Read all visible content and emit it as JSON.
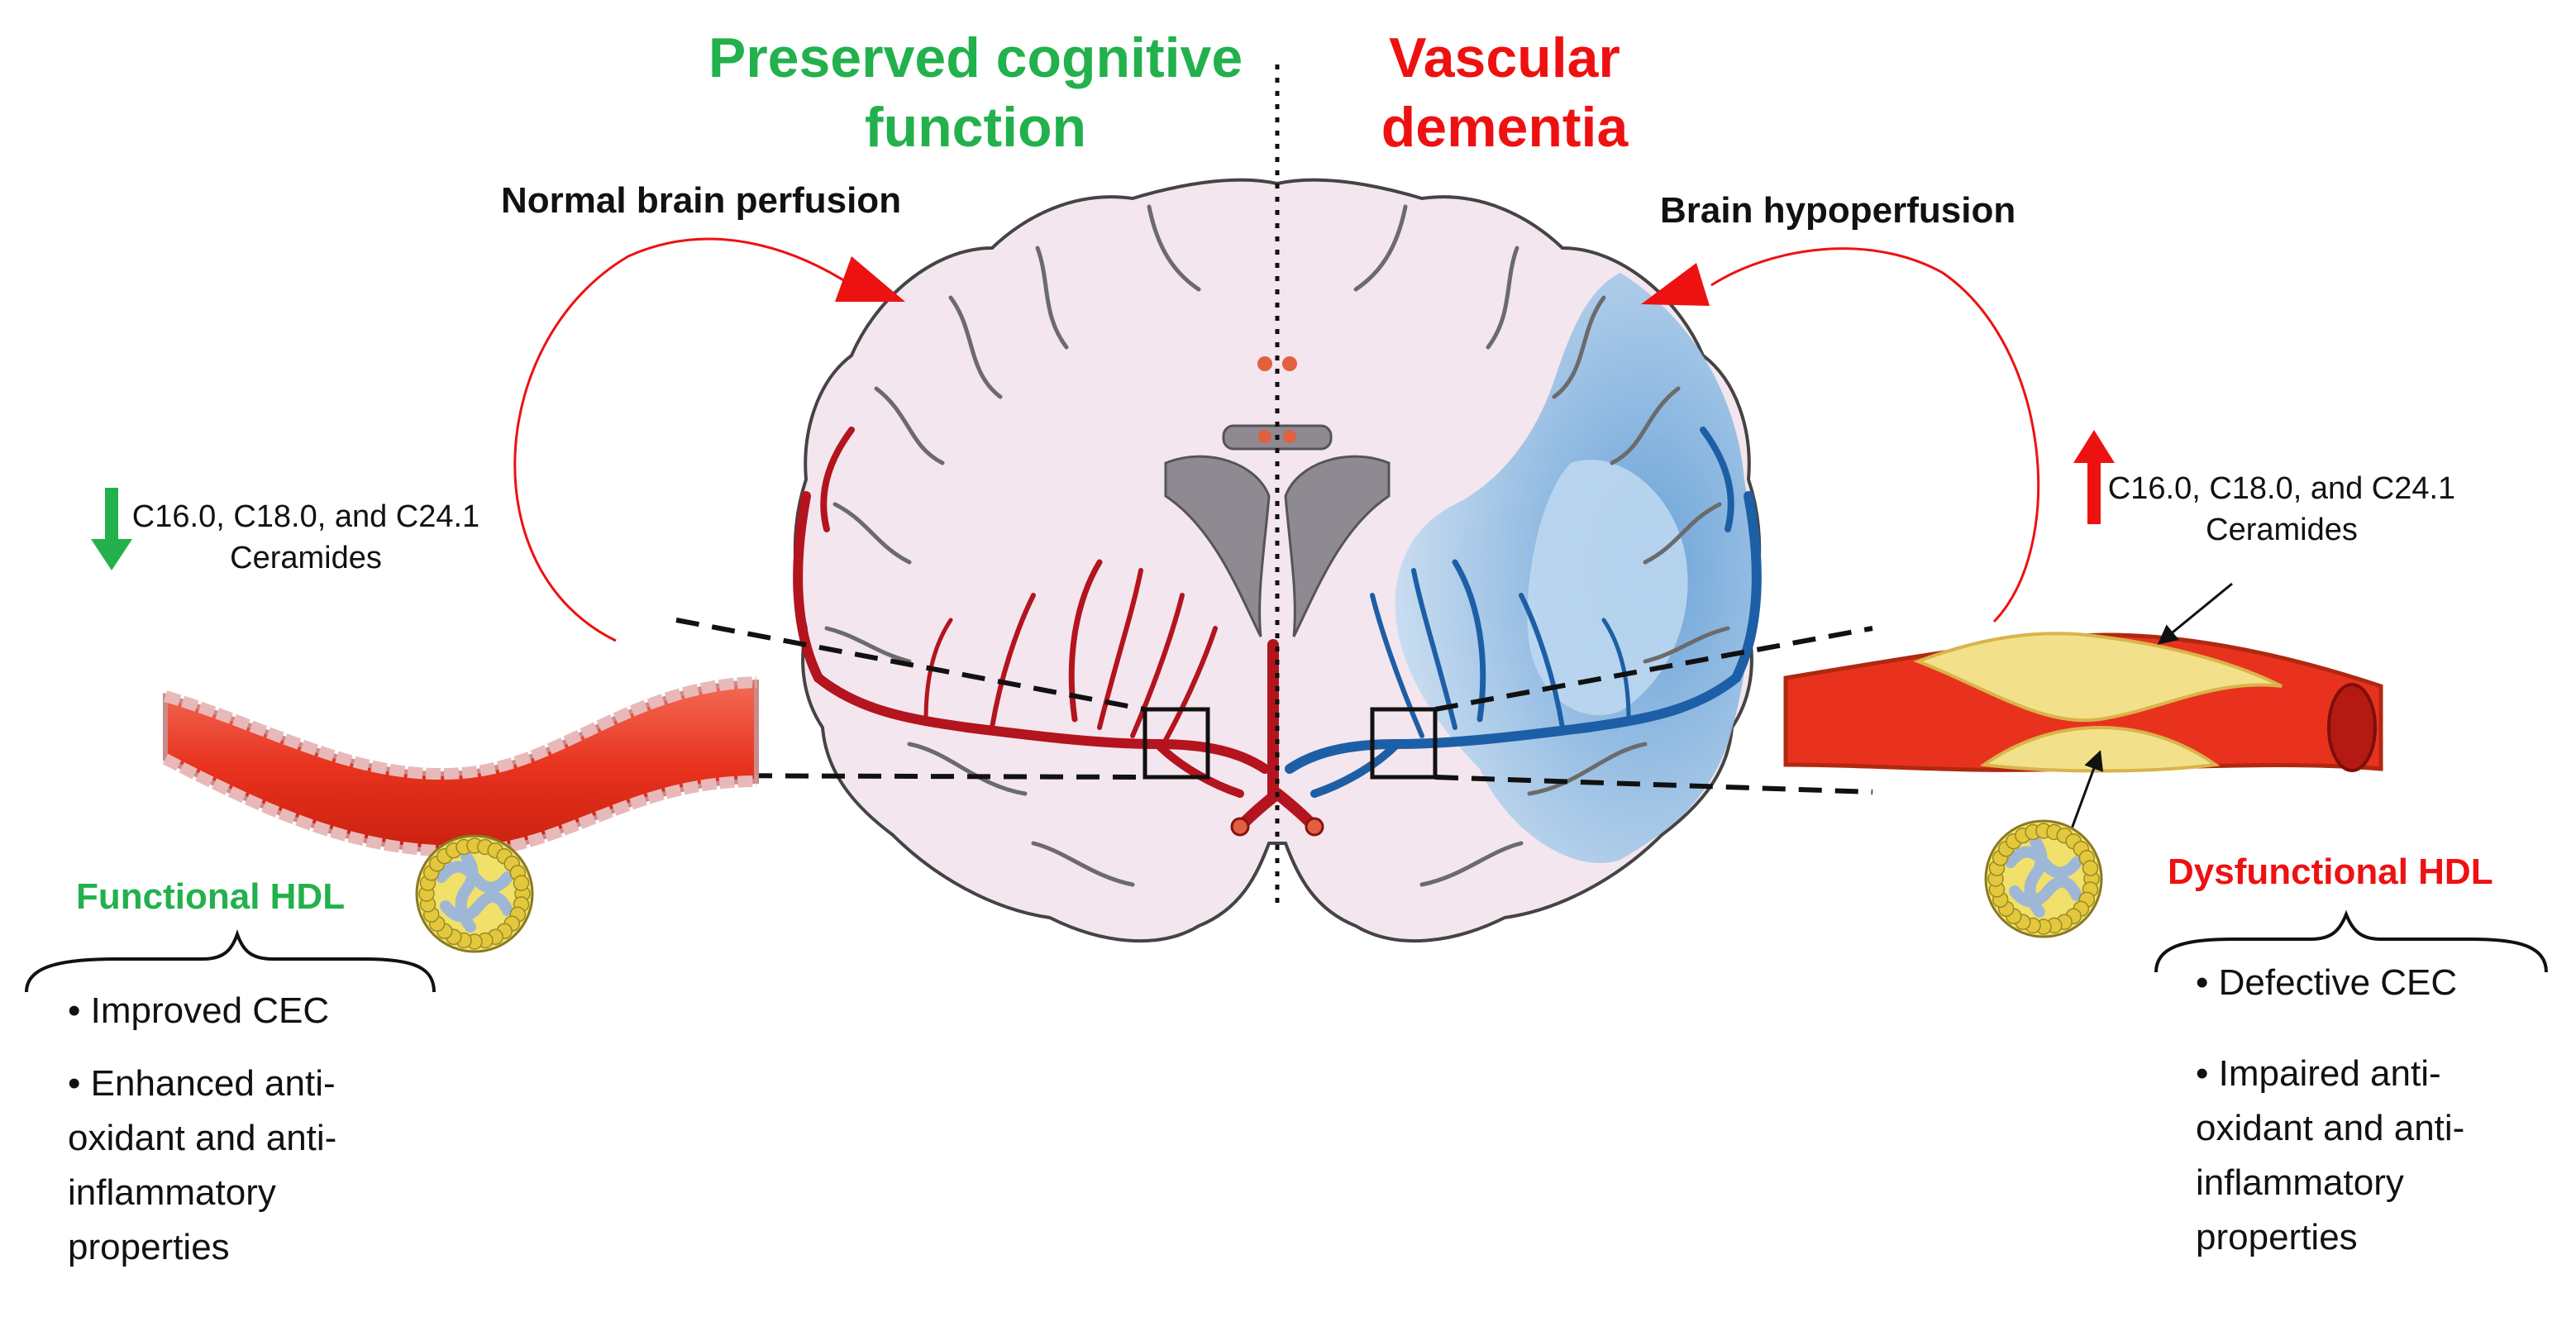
{
  "titles": {
    "left": [
      "Preserved cognitive",
      "function"
    ],
    "right": [
      "Vascular",
      "dementia"
    ]
  },
  "perfusion": {
    "left": "Normal brain perfusion",
    "right": "Brain hypoperfusion"
  },
  "ceramides": {
    "left": [
      "C16.0, C18.0, and C24.1",
      "Ceramides"
    ],
    "right": [
      "C16.0, C18.0, and C24.1",
      "Ceramides"
    ],
    "left_trend": "down",
    "right_trend": "up"
  },
  "hdl": {
    "left_label": "Functional HDL",
    "right_label": "Dysfunctional HDL",
    "left_points": [
      [
        "• Improved CEC"
      ],
      [
        "• Enhanced anti-",
        "oxidant and anti-",
        "inflammatory",
        "properties"
      ]
    ],
    "right_points": [
      [
        "• Defective CEC"
      ],
      [
        "• Impaired anti-",
        "oxidant and anti-",
        "inflammatory",
        "properties"
      ]
    ]
  },
  "colors": {
    "healthy": "#22b14c",
    "disease": "#ee1111",
    "artery": "#e8321e",
    "plaque": "#f3e08a",
    "hypoperfused": "#5b9bd5",
    "brain_tissue": "#f4e6ee"
  },
  "icons": {
    "down_arrow": "green-down-arrow-icon",
    "up_arrow": "red-up-arrow-icon",
    "hdl_particle": "hdl-particle-icon"
  }
}
